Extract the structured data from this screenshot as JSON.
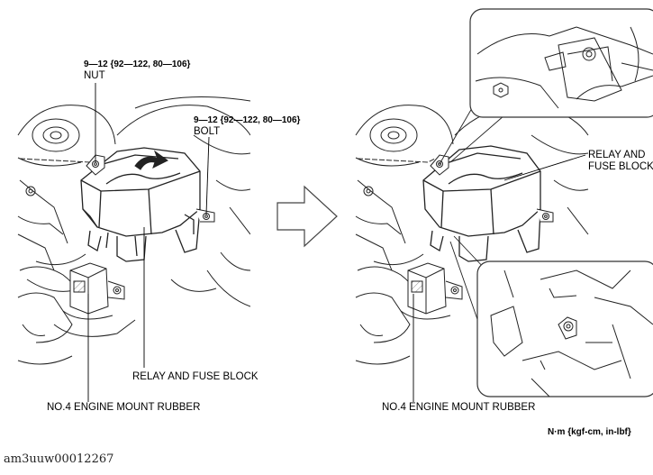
{
  "left_panel": {
    "nut_torque": "9—12 {92—122, 80—106}",
    "nut_label": "NUT",
    "bolt_torque": "9—12 {92—122, 80—106}",
    "bolt_label": "BOLT",
    "relay_label": "RELAY AND FUSE BLOCK",
    "mount_label": "NO.4 ENGINE MOUNT RUBBER"
  },
  "right_panel": {
    "relay_label_line1": "RELAY AND",
    "relay_label_line2": "FUSE BLOCK",
    "mount_label": "NO.4 ENGINE MOUNT RUBBER"
  },
  "torque_unit": "N·m {kgf-cm, in-lbf}",
  "caption": "am3uuw00012267"
}
